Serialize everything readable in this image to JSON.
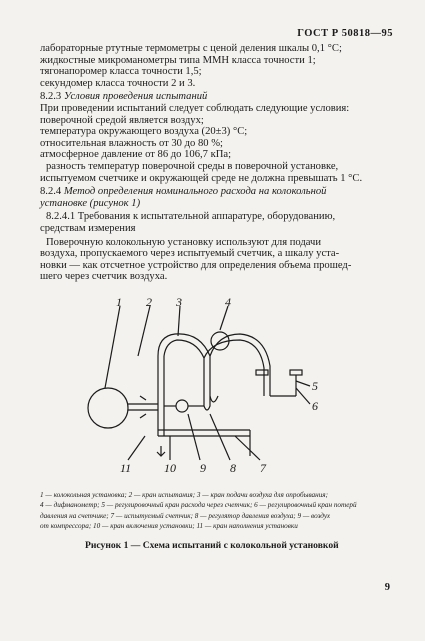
{
  "header": {
    "standard": "ГОСТ Р 50818—95"
  },
  "lines": [
    "лабораторные ртутные термометры с ценой деления шкалы 0,1 °С;",
    "жидкостные микроманометры типа ММН класса точности 1;",
    "тягонапоромер класса точности 1,5;",
    "секундомер класса точности 2 и 3."
  ],
  "s823": {
    "number": "8.2.3",
    "title": "Условия проведения испытаний"
  },
  "conditions": [
    "При проведении испытаний следует соблюдать следующие условия:",
    "поверочной средой является воздух;",
    "температура окружающего воздуха (20±3) °С;",
    "относительная влажность от 30 до 80 %;",
    "атмосферное давление от 86 до 106,7 кПа;",
    "разность температур поверочной среды в поверочной установке,",
    "испытуемом счетчике и окружающей среде не должна превышать 1 °С."
  ],
  "s824": {
    "number": "8.2.4",
    "title_1": "Метод определения номинального расхода на колокольной",
    "title_2": "установке (рисунок 1)"
  },
  "s8241": {
    "line1": "8.2.4.1 Требования к испытательной аппаратуре, оборудованию,",
    "line2": "средствам измерения"
  },
  "para": [
    "Поверочную колокольную установку используют для подачи",
    "воздуха, пропускаемого через испытуемый счетчик, а шкалу уста-",
    "новки — как отсчетное устройство для определения объема прошед-",
    "шего через счетчик воздуха."
  ],
  "figure_labels": {
    "l1": "1",
    "l2": "2",
    "l3": "3",
    "l4": "4",
    "l5": "5",
    "l6": "6",
    "l7": "7",
    "l8": "8",
    "l9": "9",
    "l10": "10",
    "l11": "11"
  },
  "caption": [
    "1 — колокольная установка; 2 — кран испытания; 3 — кран подачи воздуха для опробывания;",
    "4 — дифманометр; 5 — регулировочный кран расхода через счетчик; 6 — регулировочный кран потерй",
    "давления на счетчике; 7 — испытуемый счетчик; 8 — регулятор давления воздуха; 9 — воздух",
    "от компрессора; 10 — кран включения установки; 11 — кран наполнения установки"
  ],
  "figure_title": "Рисунок 1 — Схема испытаний с колокольной установкой",
  "page_number": "9"
}
